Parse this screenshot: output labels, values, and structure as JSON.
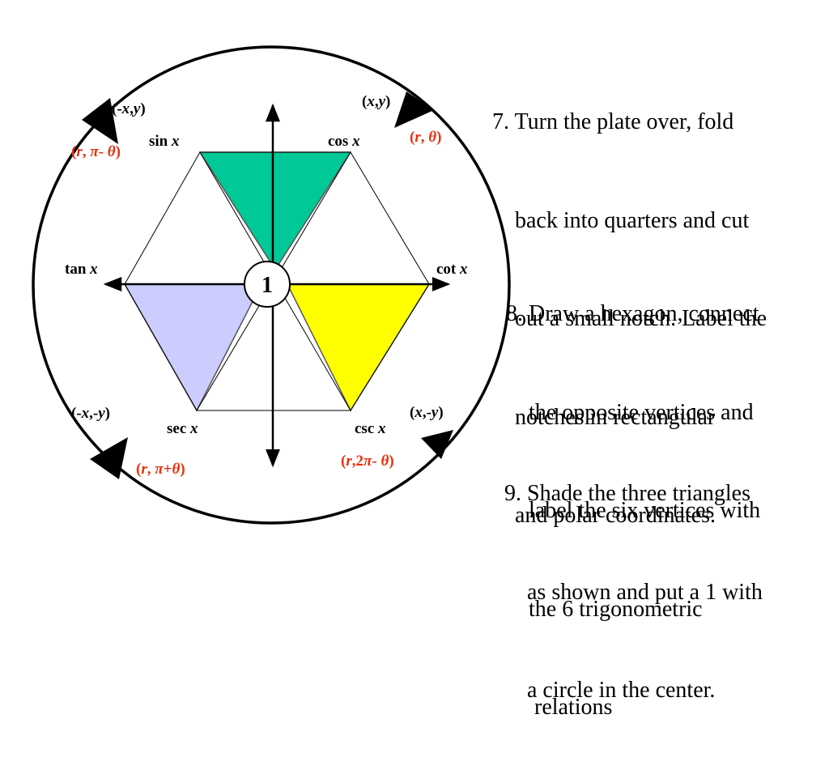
{
  "diagram": {
    "center_number": "1",
    "vertex_labels": {
      "upper_left": [
        "sin ",
        "x"
      ],
      "upper_right": [
        "cos ",
        "x"
      ],
      "left": [
        "tan ",
        "x"
      ],
      "right": [
        "cot ",
        "x"
      ],
      "lower_left": [
        "sec ",
        "x"
      ],
      "lower_right": [
        "csc ",
        "x"
      ]
    },
    "notches": {
      "upper_right": {
        "rect": [
          "(",
          "x",
          ",",
          "y",
          ")"
        ],
        "polar": [
          "(",
          "r",
          ", ",
          "θ",
          ")"
        ]
      },
      "upper_left": {
        "rect": [
          "(-",
          "x",
          ",",
          "y",
          ")"
        ],
        "polar": [
          "(",
          "r",
          ", ",
          "π",
          "- ",
          "θ",
          ")"
        ]
      },
      "lower_left": {
        "rect": [
          "(-",
          "x",
          ",-",
          "y",
          ")"
        ],
        "polar": [
          "(",
          "r",
          ", ",
          "π",
          "+",
          "θ",
          ")"
        ]
      },
      "lower_right": {
        "rect": [
          "(",
          "x",
          ",-",
          "y",
          ")"
        ],
        "polar": [
          "(",
          "r",
          ",2",
          "π",
          "- ",
          "θ",
          ")"
        ]
      }
    },
    "colors": {
      "top_triangle": "#00c896",
      "left_triangle": "#ccccff",
      "right_triangle": "#ffff00",
      "polar_label": "#e8300c"
    }
  },
  "steps": [
    {
      "lines": [
        "7. Turn the plate over, fold",
        "    back into quarters and cut",
        "    out a small notch. Label the",
        "    notches in rectangular",
        "    and polar coordinates."
      ]
    },
    {
      "lines": [
        "8. Draw a hexagon, connect",
        "    the opposite vertices and",
        "    label the six vertices with",
        "    the 6 trigonometric",
        "     relations"
      ]
    },
    {
      "lines": [
        "9. Shade the three triangles",
        "    as shown and put a 1 with",
        "    a circle in the center."
      ]
    }
  ]
}
